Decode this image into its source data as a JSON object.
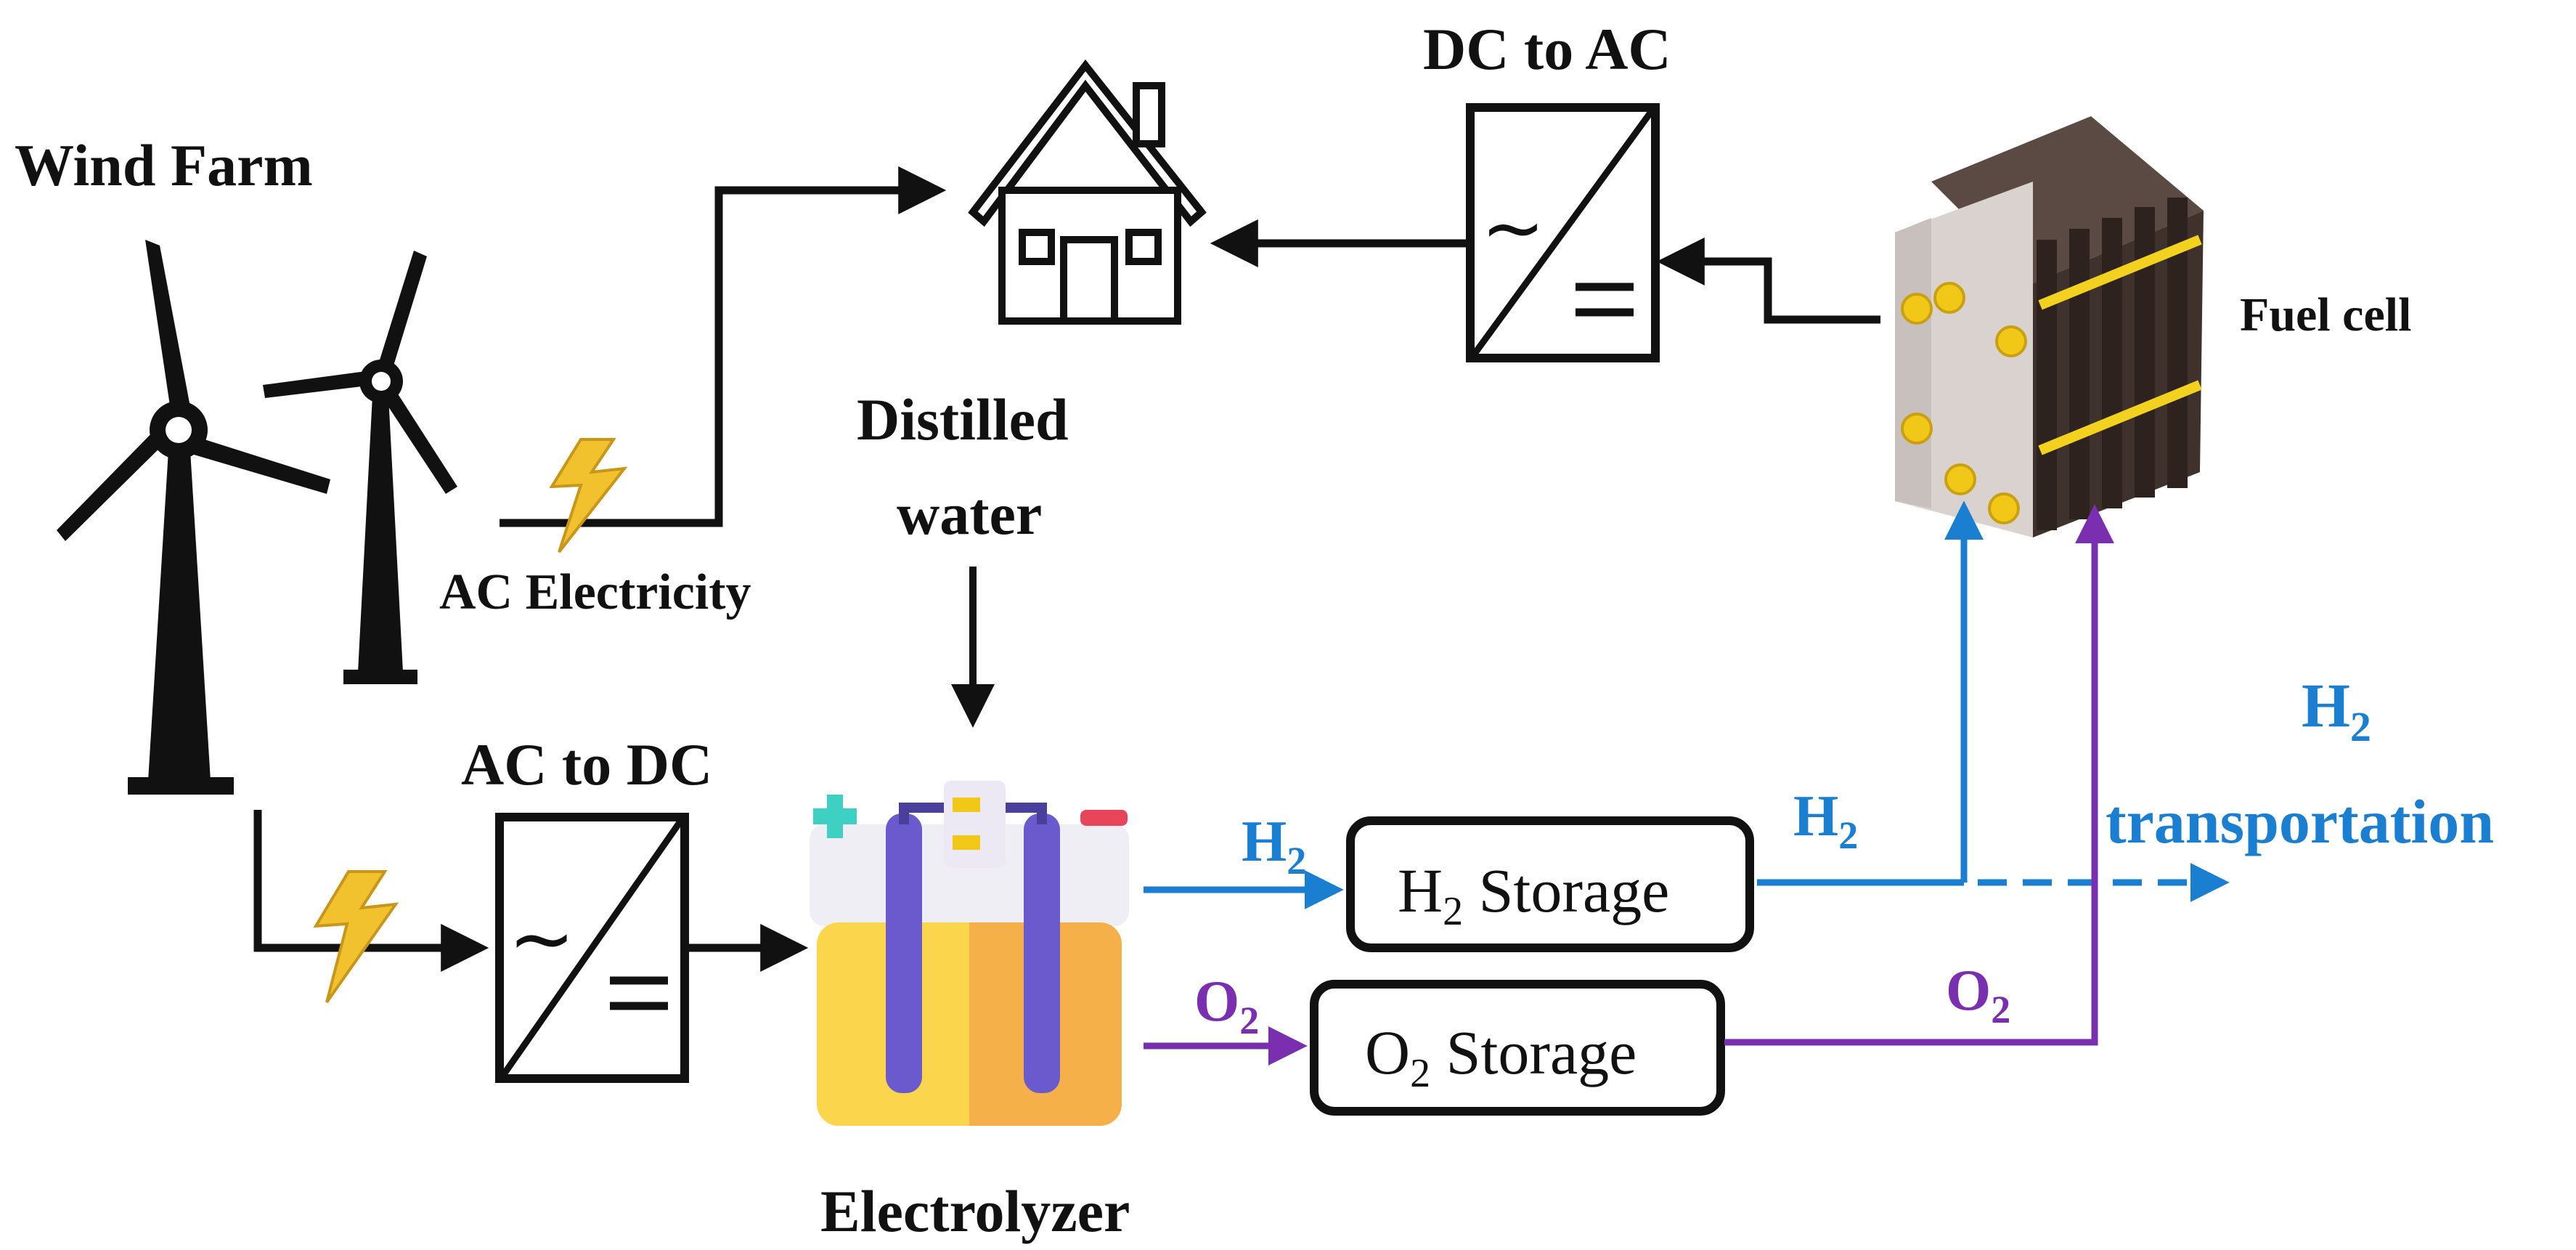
{
  "labels": {
    "wind_farm": "Wind Farm",
    "ac_electricity": "AC Electricity",
    "distilled_water_line1": "Distilled",
    "distilled_water_line2": "water",
    "dc_to_ac": "DC to AC",
    "fuel_cell": "Fuel cell",
    "ac_to_dc": "AC to DC",
    "electrolyzer": "Electrolyzer",
    "h2_flow": "H",
    "o2_flow": "O",
    "h2_storage": "H",
    "o2_storage": "O",
    "storage_word": " Storage",
    "subscript_2": "2",
    "h2_transport_top": "H",
    "h2_transport_bottom": "transportation"
  },
  "colors": {
    "black": "#111111",
    "h2_blue": "#1a7fd0",
    "o2_purple": "#7a2fb0",
    "lightning": "#f2c12e",
    "electrode": "#6a5acd",
    "liquid_left": "#fbd54c",
    "liquid_right": "#f5b04a",
    "fuelcell_plate": "#d9d2cf",
    "fuelcell_stack": "#4a3a34",
    "fuelcell_band": "#f2d21f",
    "plus_sign": "#3fd0c4",
    "minus_sign": "#e8455a"
  },
  "icons": [
    "wind-turbine-icon",
    "house-icon",
    "lightning-icon",
    "converter-icon",
    "electrolyzer-icon",
    "fuel-cell-icon"
  ]
}
